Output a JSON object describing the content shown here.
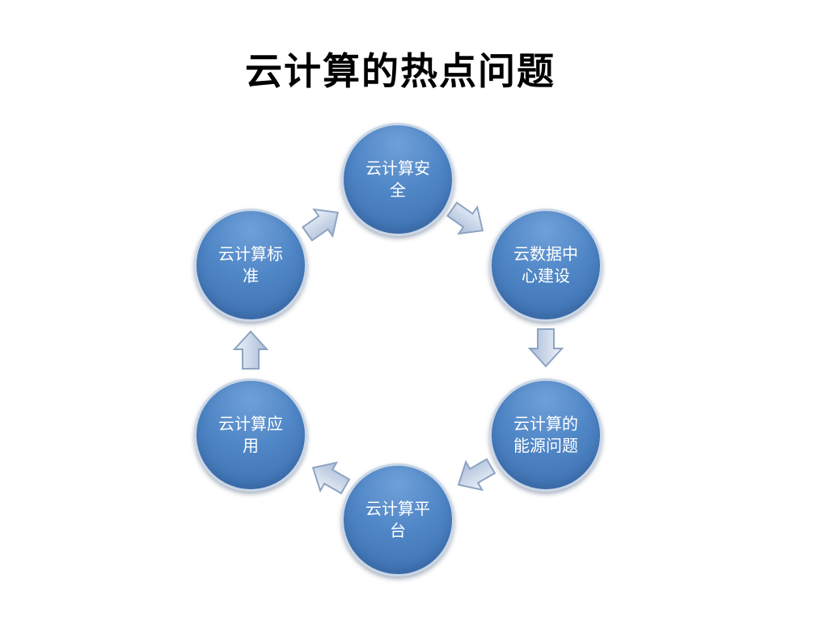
{
  "title": "云计算的热点问题",
  "nodes": [
    {
      "id": "security",
      "label": "云计算安全"
    },
    {
      "id": "datacenter",
      "label": "云数据中心建设"
    },
    {
      "id": "energy",
      "label": "云计算的能源问题"
    },
    {
      "id": "platform",
      "label": "云计算平台"
    },
    {
      "id": "application",
      "label": "云计算应用"
    },
    {
      "id": "standard",
      "label": "云计算标准"
    }
  ],
  "colors": {
    "node_fill": "#4f86c6",
    "node_border": "#c9d6e6",
    "arrow_fill": "#c3d1e6",
    "arrow_stroke": "#8da3c1",
    "title": "#000000"
  }
}
